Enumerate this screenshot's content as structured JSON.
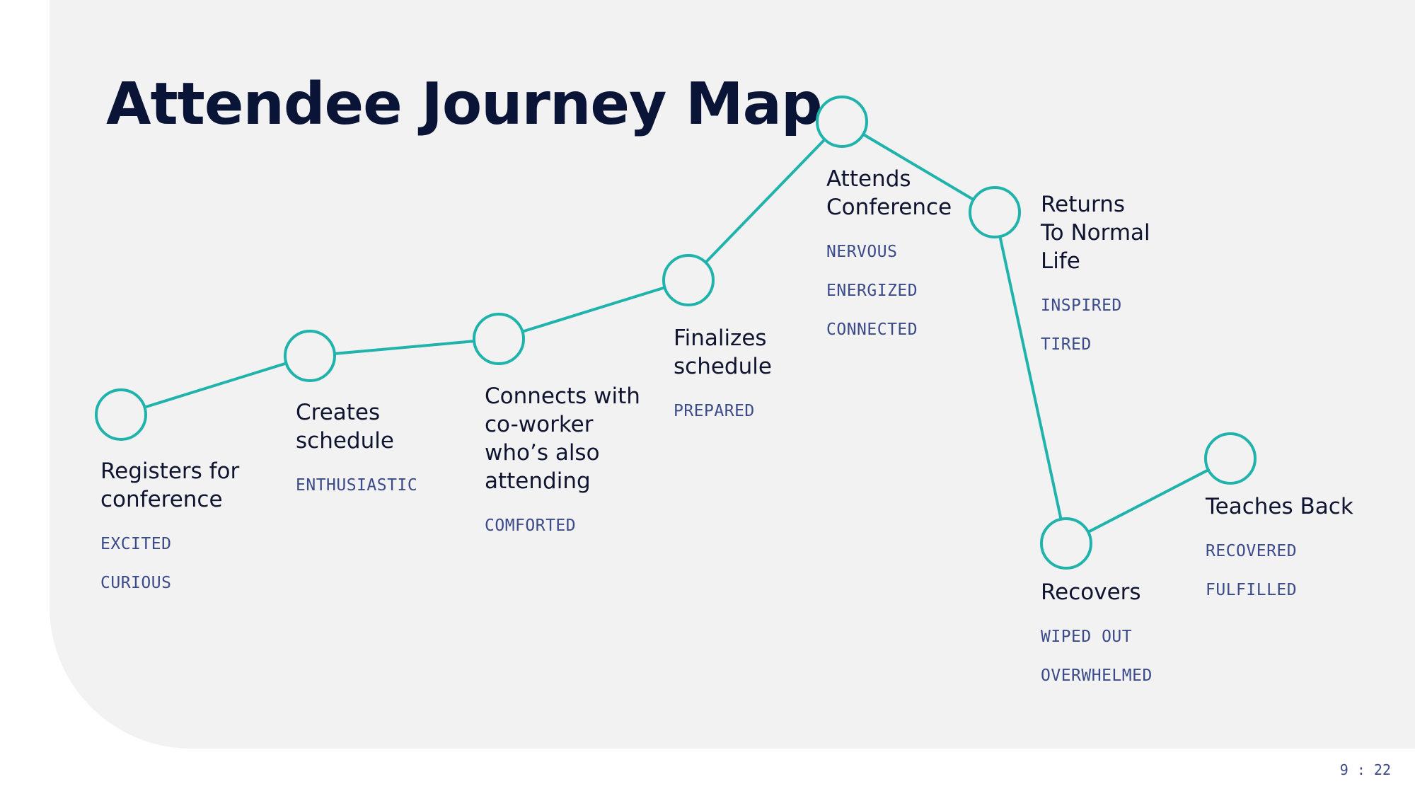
{
  "title": "Attendee Journey Map",
  "colors": {
    "line": "#1fb3ac",
    "title": "#0a1437",
    "label": "#0f1430",
    "emotion": "#3b4a8a",
    "panel": "#f2f2f2"
  },
  "stages": [
    {
      "label": "Registers for\nconference",
      "emotions": [
        "EXCITED",
        "CURIOUS"
      ]
    },
    {
      "label": "Creates\nschedule",
      "emotions": [
        "ENTHUSIASTIC"
      ]
    },
    {
      "label": "Connects with\nco-worker\nwho’s also\nattending",
      "emotions": [
        "COMFORTED"
      ]
    },
    {
      "label": "Finalizes\nschedule",
      "emotions": [
        "PREPARED"
      ]
    },
    {
      "label": "Attends\nConference",
      "emotions": [
        "NERVOUS",
        "ENERGIZED",
        "CONNECTED"
      ]
    },
    {
      "label": "Returns\nTo Normal\nLife",
      "emotions": [
        "INSPIRED",
        "TIRED"
      ]
    },
    {
      "label": "Recovers",
      "emotions": [
        "WIPED OUT",
        "OVERWHELMED"
      ]
    },
    {
      "label": "Teaches Back",
      "emotions": [
        "RECOVERED",
        "FULFILLED"
      ]
    }
  ],
  "page": {
    "current": "9",
    "separator": ":",
    "total": "22"
  }
}
